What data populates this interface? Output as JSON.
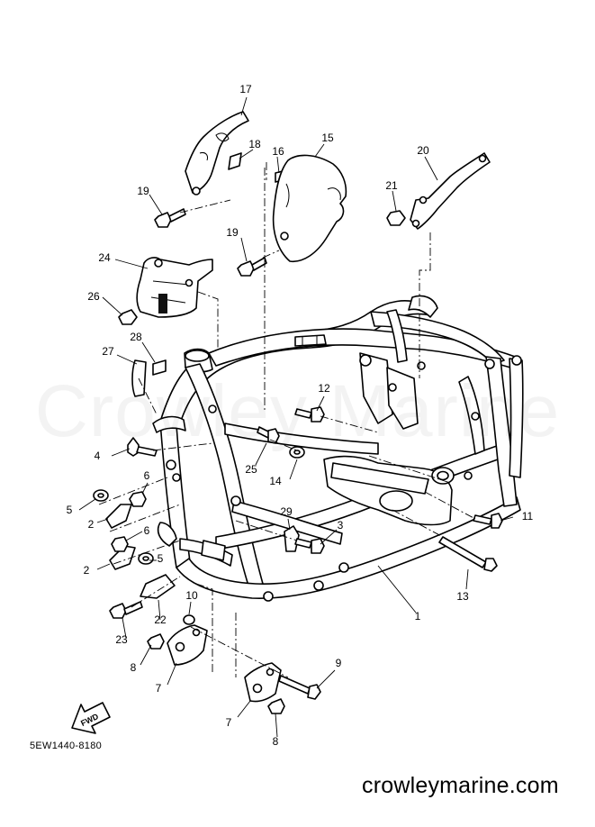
{
  "watermark": "Crowley Marine",
  "diagram_code": "5EW1440-8180",
  "site_url": "crowleymarine.com",
  "fwd_label": "FWD",
  "callouts": {
    "c1": "1",
    "c2a": "2",
    "c2b": "2",
    "c3": "3",
    "c4": "4",
    "c5a": "5",
    "c5b": "5",
    "c6a": "6",
    "c6b": "6",
    "c7a": "7",
    "c7b": "7",
    "c8a": "8",
    "c8b": "8",
    "c9": "9",
    "c10": "10",
    "c11": "11",
    "c12": "12",
    "c13": "13",
    "c14": "14",
    "c15": "15",
    "c16": "16",
    "c17": "17",
    "c18": "18",
    "c19a": "19",
    "c19b": "19",
    "c20": "20",
    "c21": "21",
    "c22": "22",
    "c23": "23",
    "c24": "24",
    "c25": "25",
    "c26": "26",
    "c27": "27",
    "c28": "28",
    "c29": "29"
  }
}
